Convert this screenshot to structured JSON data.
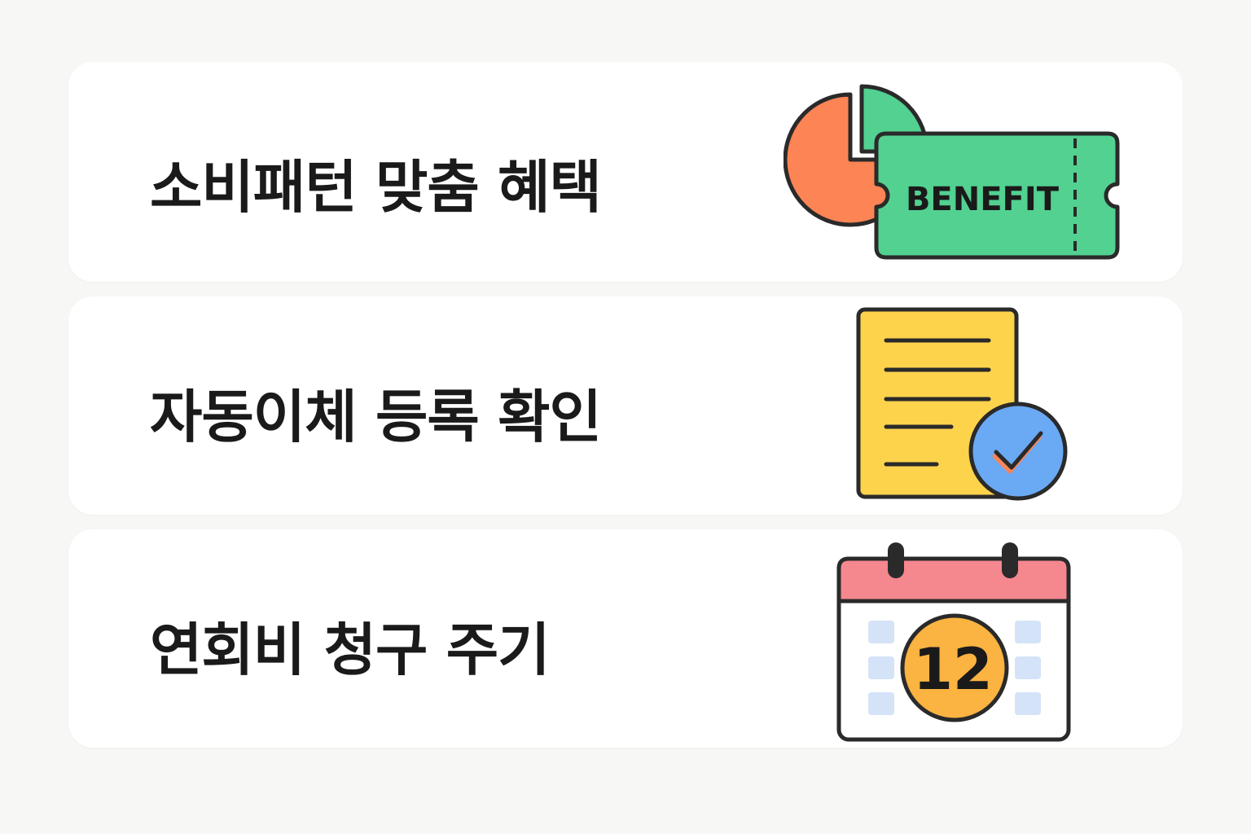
{
  "cards": [
    {
      "title": "소비패턴 맞춤 혜택",
      "icon": "benefit-ticket-pie-chart",
      "ticket_label": "BENEFIT",
      "colors": {
        "pie": "#fd8454",
        "ticket": "#52d191",
        "outline": "#2a2a2a"
      }
    },
    {
      "title": "자동이체 등록 확인",
      "icon": "document-check",
      "colors": {
        "document": "#fdd34c",
        "check_circle": "#6aa9f4",
        "outline": "#2a2a2a"
      }
    },
    {
      "title": "연회비 청구 주기",
      "icon": "calendar",
      "calendar_day": "12",
      "colors": {
        "header": "#f5878f",
        "day_circle": "#fbb341",
        "cells": "#d4e3f8",
        "outline": "#2a2a2a"
      }
    }
  ]
}
